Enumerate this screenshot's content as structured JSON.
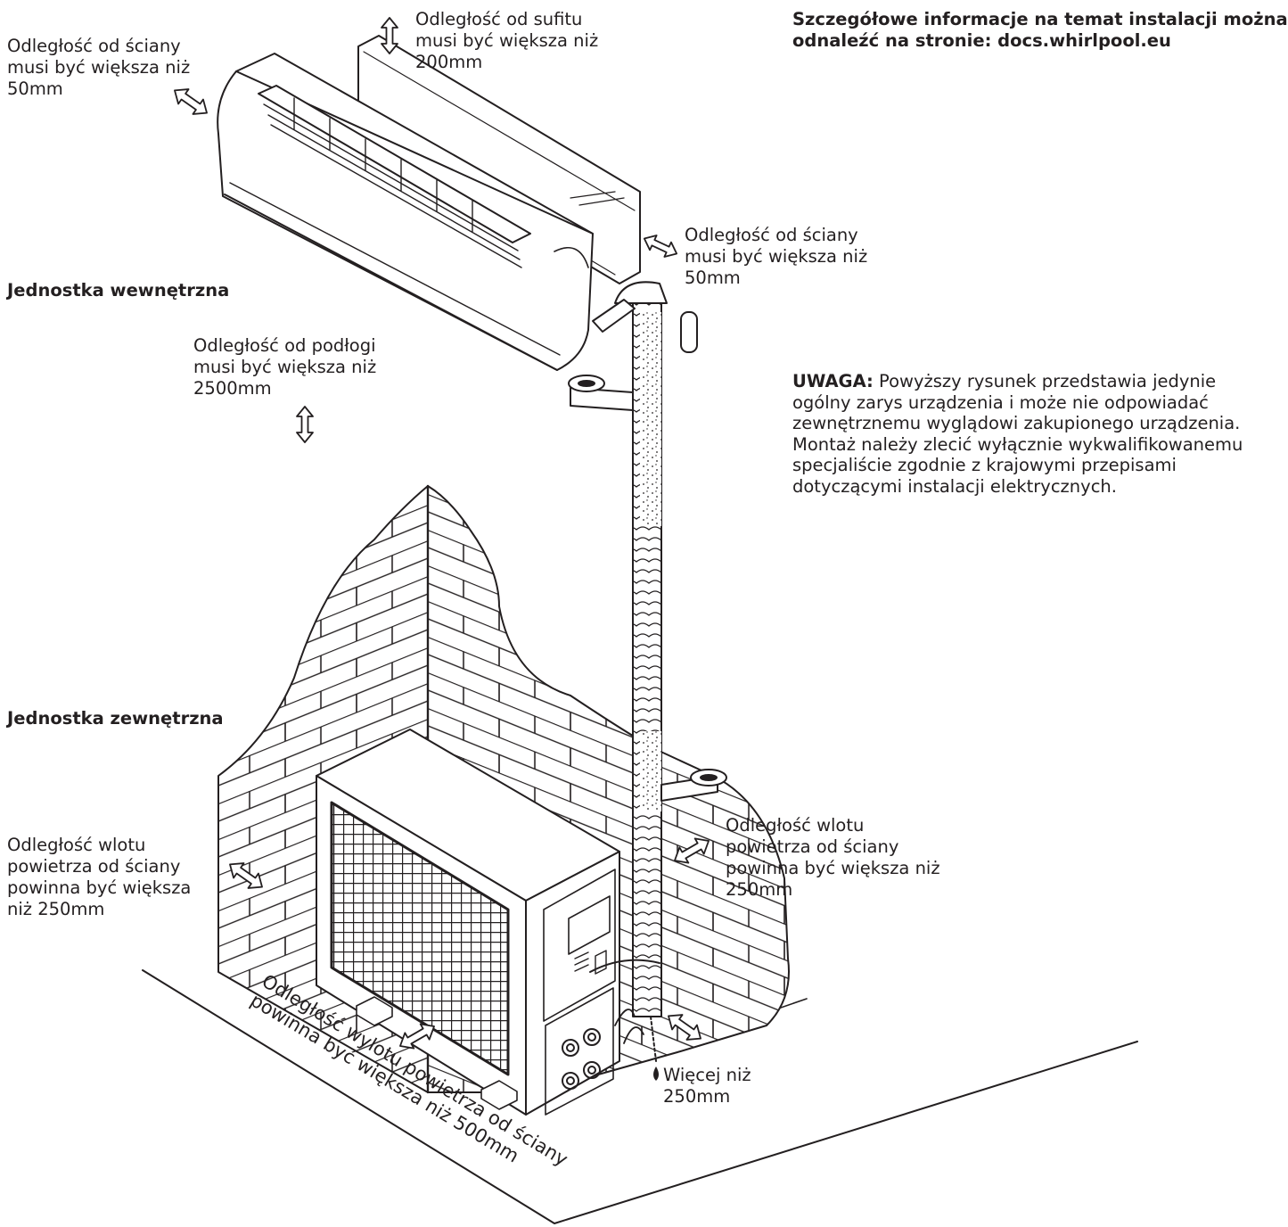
{
  "header": {
    "line1": "Szczegółowe informacje na temat instalacji można",
    "line2": "odnaleźć na stronie: docs.whirlpool.eu"
  },
  "units": {
    "indoor": "Jednostka wewnętrzna",
    "outdoor": "Jednostka zewnętrzna"
  },
  "labels": {
    "wall_left": [
      "Odległość od ściany",
      "musi być większa niż",
      "50mm"
    ],
    "ceiling": [
      "Odległość od sufitu",
      "musi być większa niż",
      "200mm"
    ],
    "wall_right": [
      "Odległość od ściany",
      "musi być większa niż",
      "50mm"
    ],
    "floor": [
      "Odległość od podłogi",
      "musi być większa niż",
      "2500mm"
    ],
    "inlet_left": [
      "Odległość wlotu",
      "powietrza od ściany",
      "powinna być większa",
      "niż 250mm"
    ],
    "inlet_right": [
      "Odległość wlotu",
      "powietrza od ściany",
      "powinna być większa niż",
      "250mm"
    ],
    "more_than": [
      "Więcej niż",
      "250mm"
    ],
    "outlet": [
      "Odległość wylotu powietrza od ściany",
      "powinna być większa niż 500mm"
    ]
  },
  "note": {
    "heading": "UWAGA:",
    "text": " Powyższy rysunek przedstawia jedynie ogólny zarys urządzenia i może nie odpowiadać zewnętrznemu wyglądowi zakupionego urządzenia. Montaż należy zlecić wyłącznie wykwalifikowanemu specjaliście zgodnie z krajowymi przepisami dotyczącymi instalacji elektrycznych."
  },
  "colors": {
    "ink": "#231f20",
    "background": "#ffffff"
  },
  "icons": [
    "double-arrow-icon",
    "drain-drop-icon"
  ]
}
